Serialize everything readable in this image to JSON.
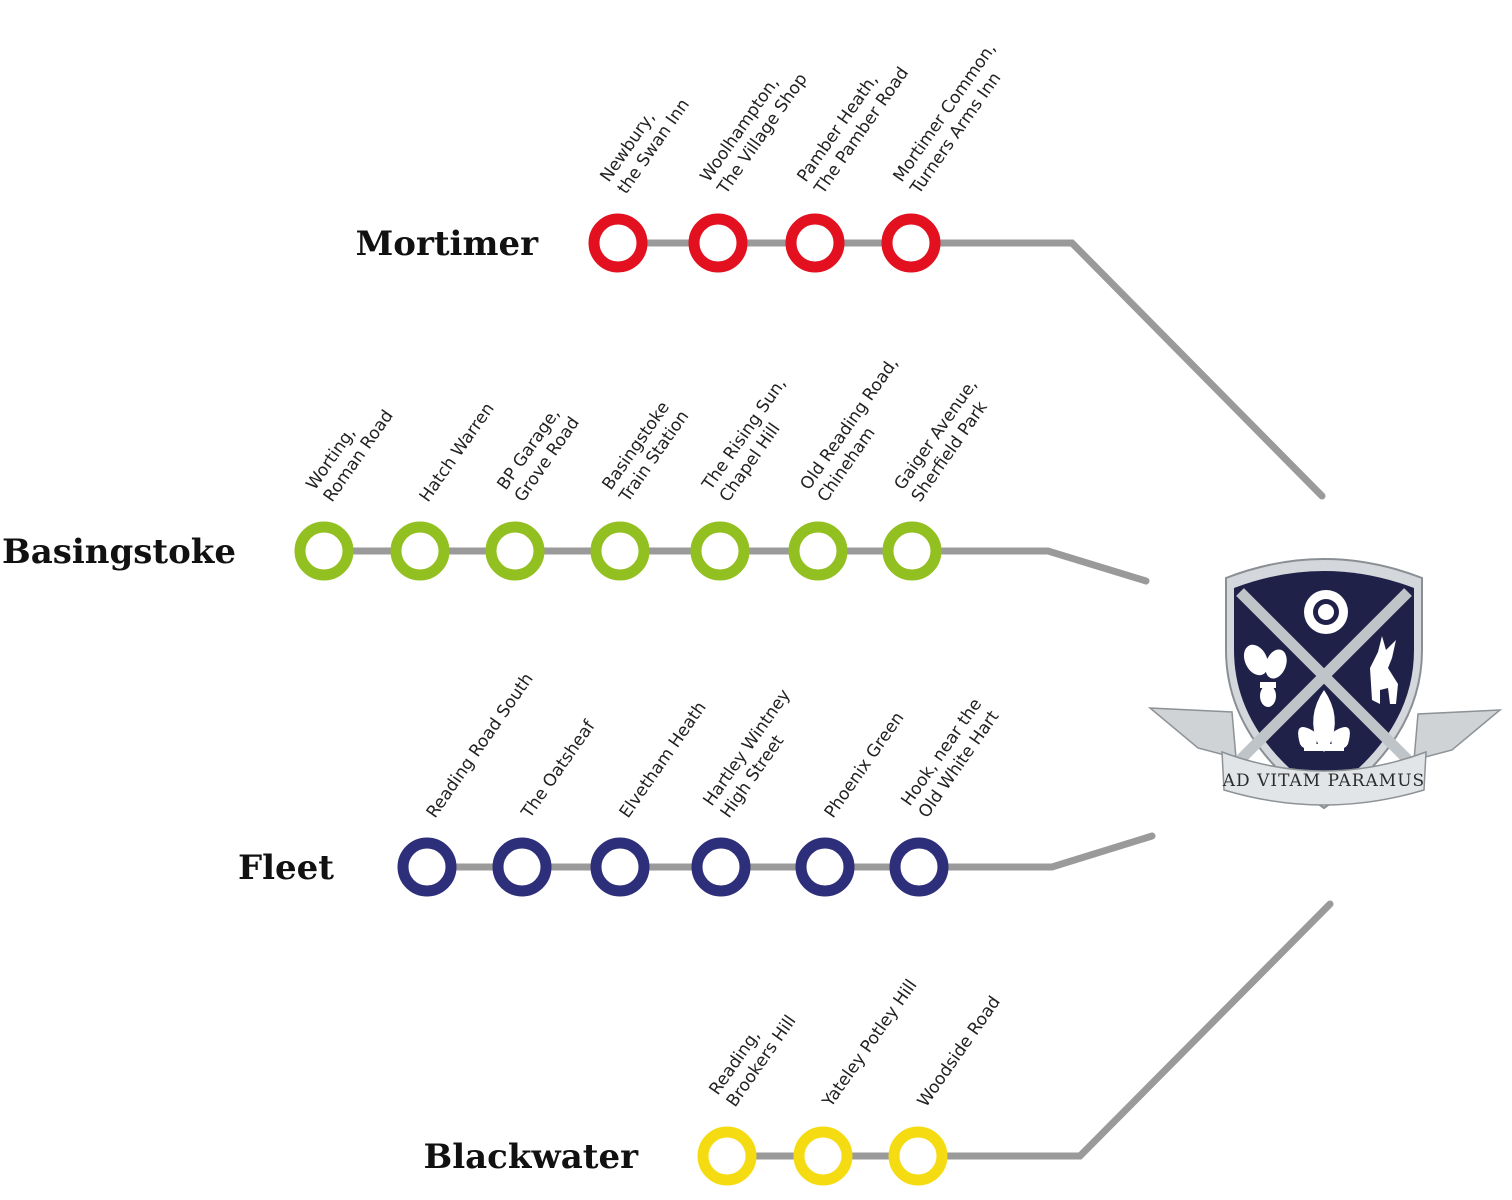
{
  "routes": [
    {
      "name": "Mortimer",
      "color": "#e3101f",
      "stops": [
        {
          "lines": [
            "Newbury,",
            "the Swan Inn"
          ]
        },
        {
          "lines": [
            "Woolhampton,",
            "The Village Shop"
          ]
        },
        {
          "lines": [
            "Pamber Heath,",
            "The Pamber Road"
          ]
        },
        {
          "lines": [
            "Mortimer Common,",
            "Turners Arms Inn"
          ]
        }
      ]
    },
    {
      "name": "Basingstoke",
      "color": "#92c020",
      "stops": [
        {
          "lines": [
            "Worting,",
            "Roman Road"
          ]
        },
        {
          "lines": [
            "Hatch Warren"
          ]
        },
        {
          "lines": [
            "BP Garage,",
            "Grove Road"
          ]
        },
        {
          "lines": [
            "Basingstoke",
            "Train Station"
          ]
        },
        {
          "lines": [
            "The Rising Sun,",
            "Chapel Hill"
          ]
        },
        {
          "lines": [
            "Old Reading Road,",
            "Chineham"
          ]
        },
        {
          "lines": [
            "Gaiger Avenue,",
            "Sherfield Park"
          ]
        }
      ]
    },
    {
      "name": "Fleet",
      "color": "#2e2f7a",
      "stops": [
        {
          "lines": [
            "Reading Road South"
          ]
        },
        {
          "lines": [
            "The Oatsheaf"
          ]
        },
        {
          "lines": [
            "Elvetham Heath"
          ]
        },
        {
          "lines": [
            "Hartley Wintney",
            "High Street"
          ]
        },
        {
          "lines": [
            "Phoenix Green"
          ]
        },
        {
          "lines": [
            "Hook, near the",
            "Old White Hart"
          ]
        }
      ]
    },
    {
      "name": "Blackwater",
      "color": "#f5dc12",
      "stops": [
        {
          "lines": [
            "Reading,",
            "Brookers Hill"
          ]
        },
        {
          "lines": [
            "Yateley Potley Hill"
          ]
        },
        {
          "lines": [
            "Woodside Road"
          ]
        }
      ]
    }
  ],
  "crest": {
    "motto": "AD VITAM PARAMUS",
    "shield_color": "#1f2148",
    "icons": [
      "tudor-rose-icon",
      "oak-acorn-icon",
      "stag-icon",
      "fleur-de-lis-icon"
    ]
  },
  "line_color": "#9a9a9a"
}
